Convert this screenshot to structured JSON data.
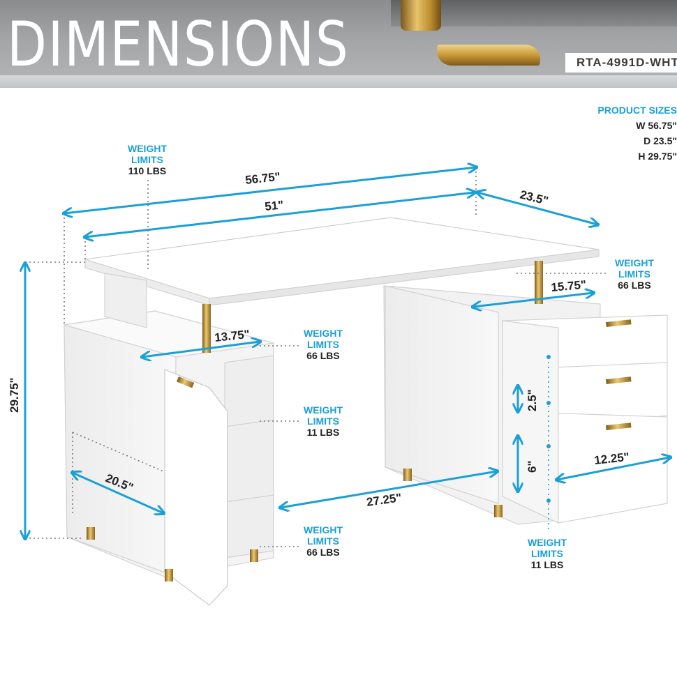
{
  "header": {
    "title": "DIMENSIONS",
    "sku": "RTA-4991D-WHT"
  },
  "product_sizes": {
    "title": "PRODUCT SIZES",
    "width": "W 56.75\"",
    "depth": "D 23.5\"",
    "height": "H 29.75\""
  },
  "dimensions": {
    "overall_width": "56.75\"",
    "top_width": "51\"",
    "depth": "23.5\"",
    "height": "29.75\"",
    "drawer_width": "15.75\"",
    "cabinet_width": "13.75\"",
    "cabinet_depth": "20.5\"",
    "knee_space": "27.25\"",
    "drawer_gap": "2.5\"",
    "drawer_depth": "6\"",
    "file_drawer_width": "12.25\""
  },
  "weight_limits": {
    "desktop": {
      "label1": "WEIGHT",
      "label2": "LIMITS",
      "value": "110 LBS"
    },
    "top_drawer": {
      "label1": "WEIGHT",
      "label2": "LIMITS",
      "value": "66 LBS"
    },
    "cabinet_top": {
      "label1": "WEIGHT",
      "label2": "LIMITS",
      "value": "66 LBS"
    },
    "cabinet_shelf": {
      "label1": "WEIGHT",
      "label2": "LIMITS",
      "value": "11 LBS"
    },
    "cabinet_bottom": {
      "label1": "WEIGHT",
      "label2": "LIMITS",
      "value": "66 LBS"
    },
    "drawers": {
      "label1": "WEIGHT",
      "label2": "LIMITS",
      "value": "11 LBS"
    }
  },
  "colors": {
    "accent": "#1aa0d6",
    "gold": "#c9a03c",
    "text": "#222222"
  }
}
